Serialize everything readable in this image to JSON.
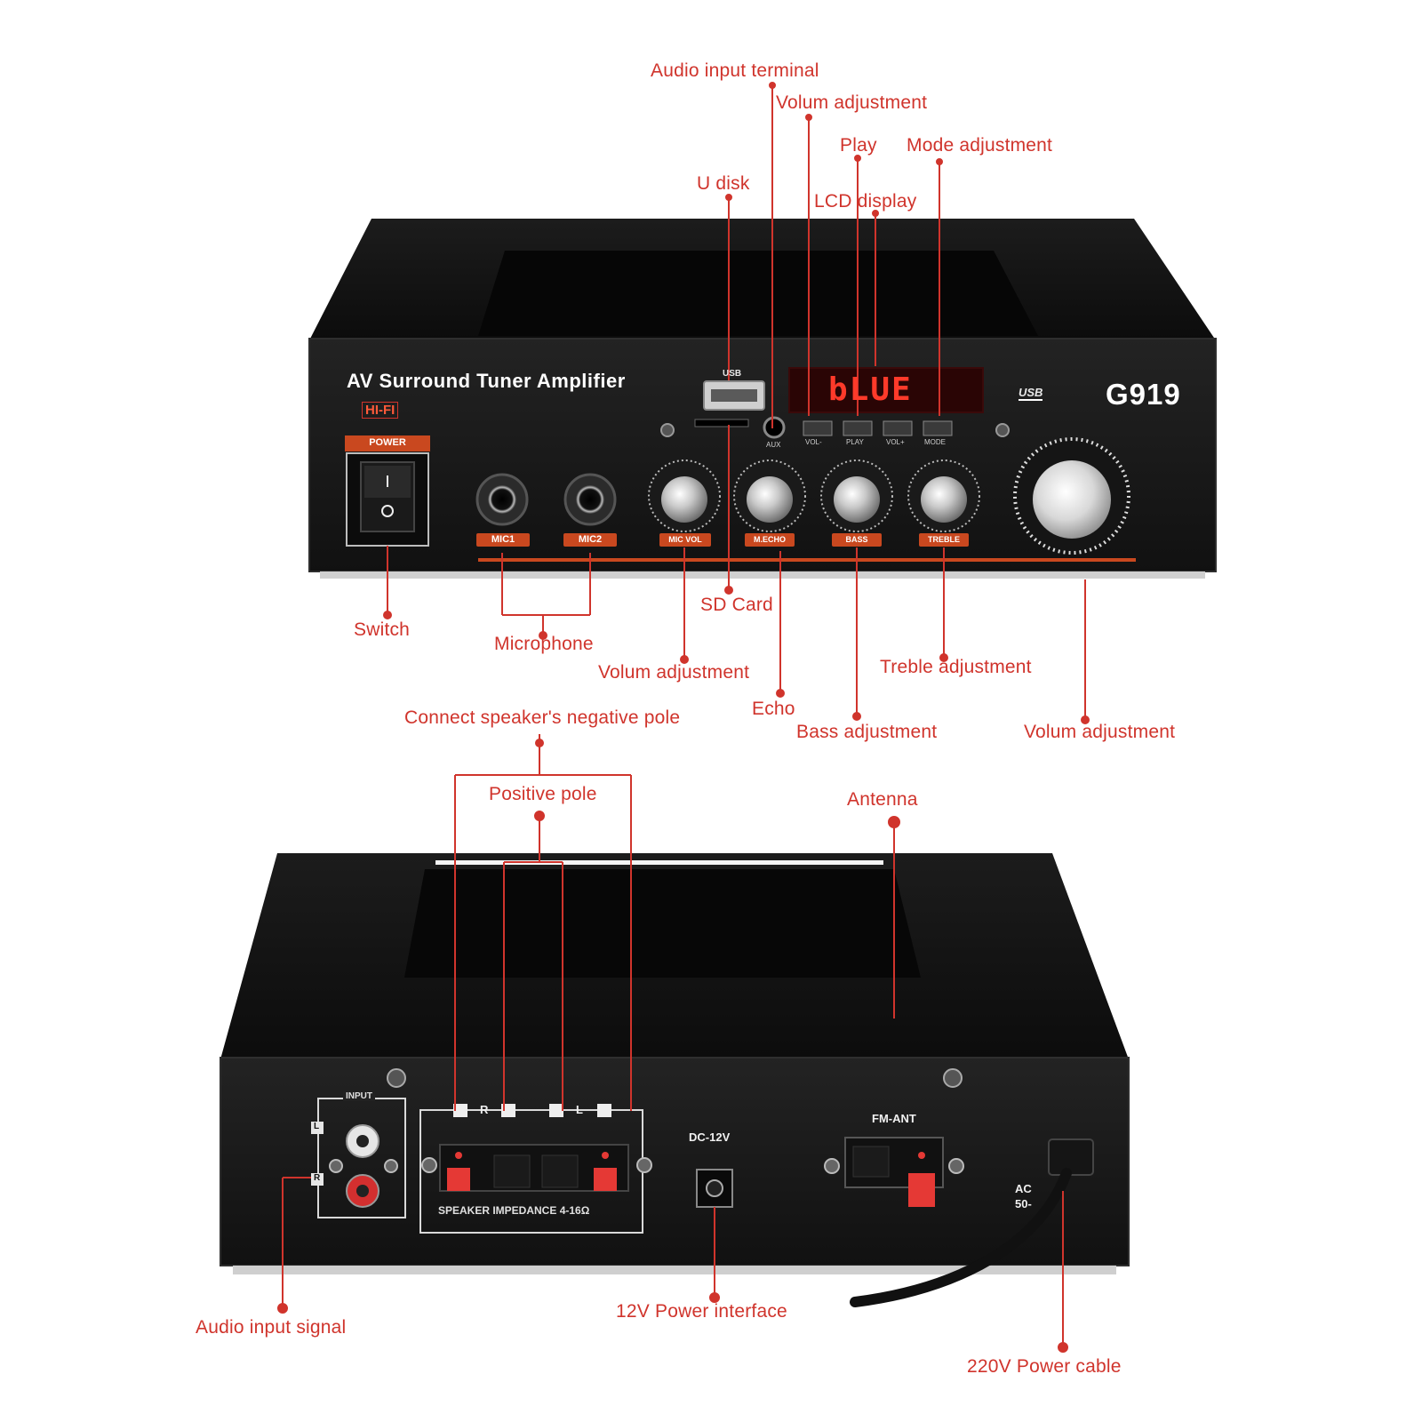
{
  "colors": {
    "callout": "#d0342c",
    "chassis": "#141414",
    "accent_orange": "#c9481f",
    "lcd": "#ff3a2a"
  },
  "front_panel": {
    "brand": "AV Surround Tuner  Amplifier",
    "hifi_badge": "HI-FI",
    "power_label": "POWER",
    "usb_port_label": "USB",
    "usb_logo": "USB",
    "aux_label": "AUX",
    "lcd_text": "bLUE",
    "model": "G919",
    "buttons": [
      "VOL-",
      "PLAY",
      "VOL+",
      "MODE"
    ],
    "jack_labels": [
      "MIC1",
      "MIC2"
    ],
    "knob_labels": [
      "MIC  VOL",
      "M.ECHO",
      "BASS",
      "TREBLE"
    ]
  },
  "front_callouts": {
    "audio_input_terminal": "Audio input terminal",
    "volum_adjustment_top": "Volum adjustment",
    "play": "Play",
    "mode_adjustment": "Mode adjustment",
    "u_disk": "U disk",
    "lcd_display": "LCD display",
    "switch": "Switch",
    "microphone": "Microphone",
    "sd_card": "SD Card",
    "volum_adjustment_mic": "Volum adjustment",
    "treble_adjustment": "Treble adjustment",
    "echo": "Echo",
    "bass_adjustment": "Bass adjustment",
    "volum_adjustment_main": "Volum adjustment"
  },
  "rear_panel": {
    "input_label": "INPUT",
    "channel_l": "L",
    "channel_r": "R",
    "terminal_r": "R",
    "terminal_l": "L",
    "speaker_impedance": "SPEAKER IMPEDANCE 4-16Ω",
    "dc_label": "DC-12V",
    "fm_label": "FM-ANT",
    "ac_label": "AC",
    "ac_freq": "50-"
  },
  "rear_callouts": {
    "negative_pole": "Connect speaker's negative pole",
    "positive_pole": "Positive pole",
    "antenna": "Antenna",
    "audio_input_signal": "Audio input signal",
    "power_interface": "12V Power interface",
    "power_cable": "220V Power cable"
  }
}
